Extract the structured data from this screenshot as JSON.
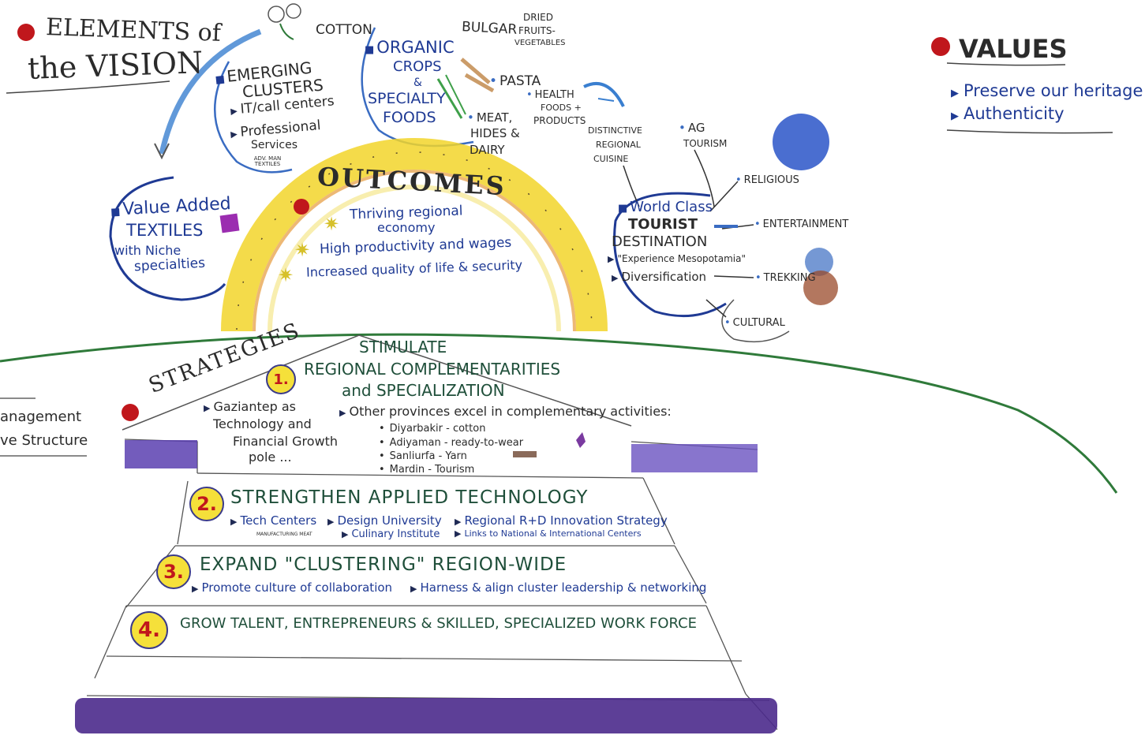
{
  "title": {
    "line1": "ELEMENTS of",
    "line2": "the VISION"
  },
  "values": {
    "heading": "VALUES",
    "items": [
      "Preserve our heritage",
      "Authenticity"
    ]
  },
  "clusters": {
    "cotton": "COTTON",
    "emerging": {
      "heading1": "EMERGING",
      "heading2": "CLUSTERS",
      "items": [
        "IT/call centers",
        "Professional",
        "Services"
      ],
      "small": "ADV. MAN TEXTILES"
    }
  },
  "organic": {
    "heading1": "ORGANIC",
    "heading2": "CROPS",
    "amp": "&",
    "heading3": "SPECIALTY",
    "heading4": "FOODS",
    "bulgar": "BULGAR",
    "dried1": "DRIED",
    "dried2": "FRUITS-",
    "dried3": "VEGETABLES",
    "pasta": "PASTA",
    "meat1": "MEAT,",
    "meat2": "HIDES &",
    "meat3": "DAIRY",
    "health1": "HEALTH",
    "health2": "FOODS +",
    "health3": "PRODUCTS"
  },
  "textiles": {
    "line1": "Value Added",
    "line2": "TEXTILES",
    "line3": "with Niche",
    "line4": "specialties"
  },
  "outcomes": {
    "heading": "OUTCOMES",
    "items": [
      "Thriving regional",
      "economy",
      "High productivity and wages",
      "Increased quality of life & security"
    ]
  },
  "tourism": {
    "cuisine1": "DISTINCTIVE",
    "cuisine2": "REGIONAL",
    "cuisine3": "CUISINE",
    "ag1": "AG",
    "ag2": "TOURISM",
    "center1": "World Class",
    "center2": "TOURIST",
    "center3": "DESTINATION",
    "item1": "\"Experience Mesopotamia\"",
    "item2": "Diversification",
    "religious": "RELIGIOUS",
    "entertainment": "ENTERTAINMENT",
    "trekking": "TREKKING",
    "cultural": "CULTURAL"
  },
  "strategies": {
    "heading": "STRATEGIES",
    "left_partial1": "anagement",
    "left_partial2": "ve Structure",
    "s1": {
      "num": "1.",
      "line0": "STIMULATE",
      "line1": "REGIONAL COMPLEMENTARITIES",
      "line2": "and SPECIALIZATION",
      "left1": "Gaziantep as",
      "left2": "Technology and",
      "left3": "Financial Growth",
      "left4": "pole ...",
      "right": "Other provinces excel in complementary activities:",
      "provinces": [
        "Diyarbakir - cotton",
        "Adiyaman - ready-to-wear",
        "Sanliurfa - Yarn",
        "Mardin - Tourism"
      ]
    },
    "s2": {
      "num": "2.",
      "heading": "STRENGTHEN APPLIED TECHNOLOGY",
      "items": [
        "Tech Centers",
        "Design University",
        "Regional R+D Innovation Strategy"
      ],
      "sub": [
        "Culinary Institute",
        "Links to National & International Centers"
      ],
      "note": "MANUFACTURING MEAT"
    },
    "s3": {
      "num": "3.",
      "heading": "EXPAND \"CLUSTERING\" REGION-WIDE",
      "items": [
        "Promote culture of collaboration",
        "Harness & align cluster leadership & networking"
      ]
    },
    "s4": {
      "num": "4.",
      "heading": "GROW TALENT, ENTREPRENEURS & SKILLED, SPECIALIZED WORK FORCE"
    }
  },
  "colors": {
    "ink_blue": "#1f3a94",
    "teal": "#1f4f3a",
    "yellow": "#f5e03a",
    "purple": "#4b2a8c",
    "red": "#c0171c",
    "green": "#2f7a3a"
  }
}
